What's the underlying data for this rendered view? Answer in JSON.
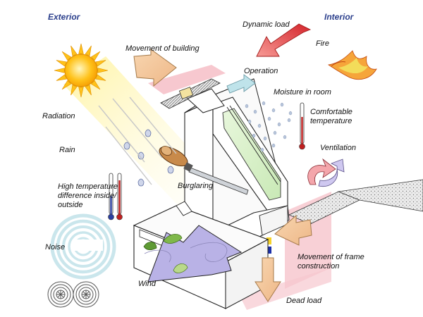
{
  "headers": {
    "exterior": "Exterior",
    "interior": "Interior"
  },
  "labels": {
    "dynamic_load": "Dynamic load",
    "movement_of_building": "Movement of building",
    "fire": "Fire",
    "operation": "Operation",
    "moisture_in_room": "Moisture in room",
    "radiation": "Radiation",
    "comfortable_temperature": [
      "Comfortable",
      "temperature"
    ],
    "rain": "Rain",
    "ventilation": "Ventilation",
    "burglaring": "Burglaring",
    "high_temperature": [
      "High temperature",
      "difference inside/",
      "outside"
    ],
    "noise": "Noise",
    "movement_of_frame": [
      "Movement of frame",
      "construction"
    ],
    "wind": "Wind",
    "dead_load": "Dead load"
  },
  "icons": {
    "sun": "sun-icon",
    "fire": "fire-icon",
    "thermometer": "thermometer-icon",
    "screwdriver": "screwdriver-icon",
    "leaf": "leaf-icon",
    "raindrop": "raindrop-icon",
    "wheel": "wheel-icon"
  },
  "colors": {
    "header_blue": "#2b3f8c",
    "load_arrow_red": "#e8534f",
    "force_arrow_orange": "#f5c89a",
    "operation_arrow": "#bfe3ea",
    "glass_green": "#d8f0c8",
    "wind_purple": "#b9b2e6",
    "wall_pink": "#f7c8cf"
  }
}
